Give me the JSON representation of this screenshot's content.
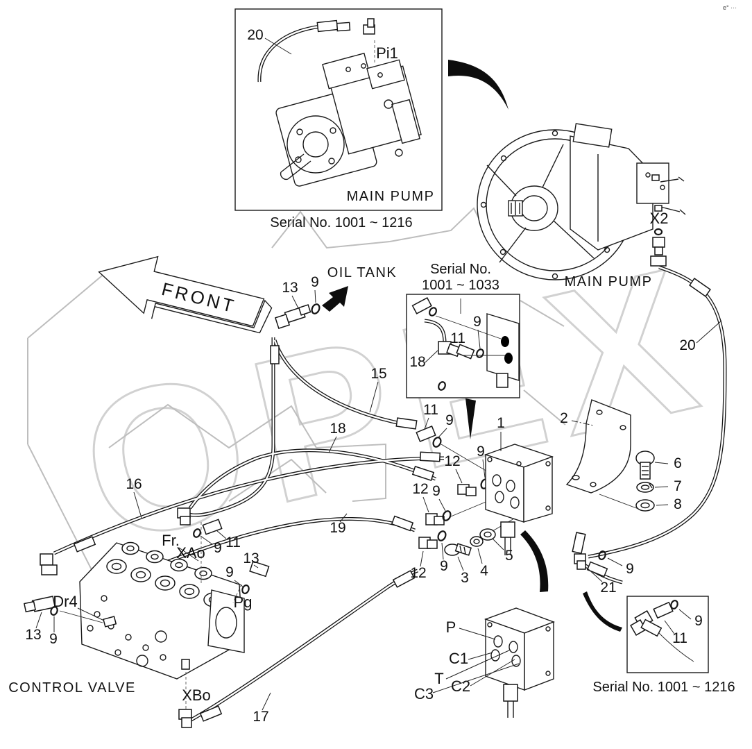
{
  "page": {
    "watermark": "OPEX",
    "corner_mark": "e° ···"
  },
  "labels": {
    "front": "FRONT",
    "oil_tank": "OIL TANK",
    "main_pump": "MAIN PUMP",
    "control_valve": "CONTROL VALVE"
  },
  "insets": {
    "top_left": {
      "caption": "MAIN PUMP",
      "serial": "Serial No. 1001 ~ 1216"
    },
    "mid": {
      "serial_line1": "Serial No.",
      "serial_line2": "1001 ~ 1033"
    },
    "bottom_right": {
      "serial": "Serial No. 1001 ~ 1216"
    }
  },
  "ports": {
    "pi1": "Pi1",
    "x2": "X2",
    "fr": "Fr.",
    "xao": "XAo",
    "pg": "Pg",
    "dr4": "Dr4",
    "xbo": "XBo",
    "p": "P",
    "c1": "C1",
    "t": "T",
    "c2": "C2",
    "c3": "C3"
  },
  "parts": {
    "1": "1",
    "2": "2",
    "3": "3",
    "4": "4",
    "5": "5",
    "6": "6",
    "7": "7",
    "8": "8",
    "9": "9",
    "11": "11",
    "12": "12",
    "13": "13",
    "15": "15",
    "16": "16",
    "17": "17",
    "18": "18",
    "19": "19",
    "20": "20",
    "21": "21"
  }
}
